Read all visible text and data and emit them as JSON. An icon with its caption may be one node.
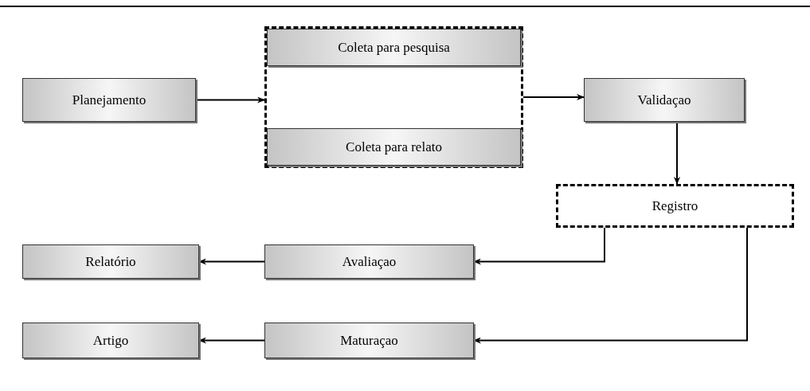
{
  "diagram": {
    "nodes": [
      {
        "text": [
          "Planejamento"
        ]
      },
      {
        "text": [],
        "shape": "box"
      },
      {
        "text": [
          "Coleta para pesquisa"
        ],
        "in": 1
      },
      {
        "text": [
          "Coleta para relato"
        ],
        "in": 1
      },
      {
        "text": [
          "Validaçao"
        ]
      },
      {
        "text": [
          "Registro"
        ]
      },
      {
        "text": [
          "Relatório"
        ]
      },
      {
        "text": [
          "Avaliaçao"
        ]
      },
      {
        "text": [
          "Artigo"
        ]
      },
      {
        "text": [
          "Maturaçao"
        ]
      }
    ],
    "edges": [
      {
        "from": 0,
        "to": 1,
        "arrow": "to"
      },
      {
        "from": 1,
        "to": 4,
        "arrow": "to"
      },
      {
        "from": 4,
        "to": 5,
        "arrow": "to"
      },
      {
        "from": 5,
        "to": 7,
        "arrow": "to"
      },
      {
        "from": 5,
        "to": 9,
        "arrow": "to"
      },
      {
        "from": 7,
        "to": 6,
        "arrow": "to"
      },
      {
        "from": 9,
        "to": 8,
        "arrow": "to"
      }
    ]
  }
}
